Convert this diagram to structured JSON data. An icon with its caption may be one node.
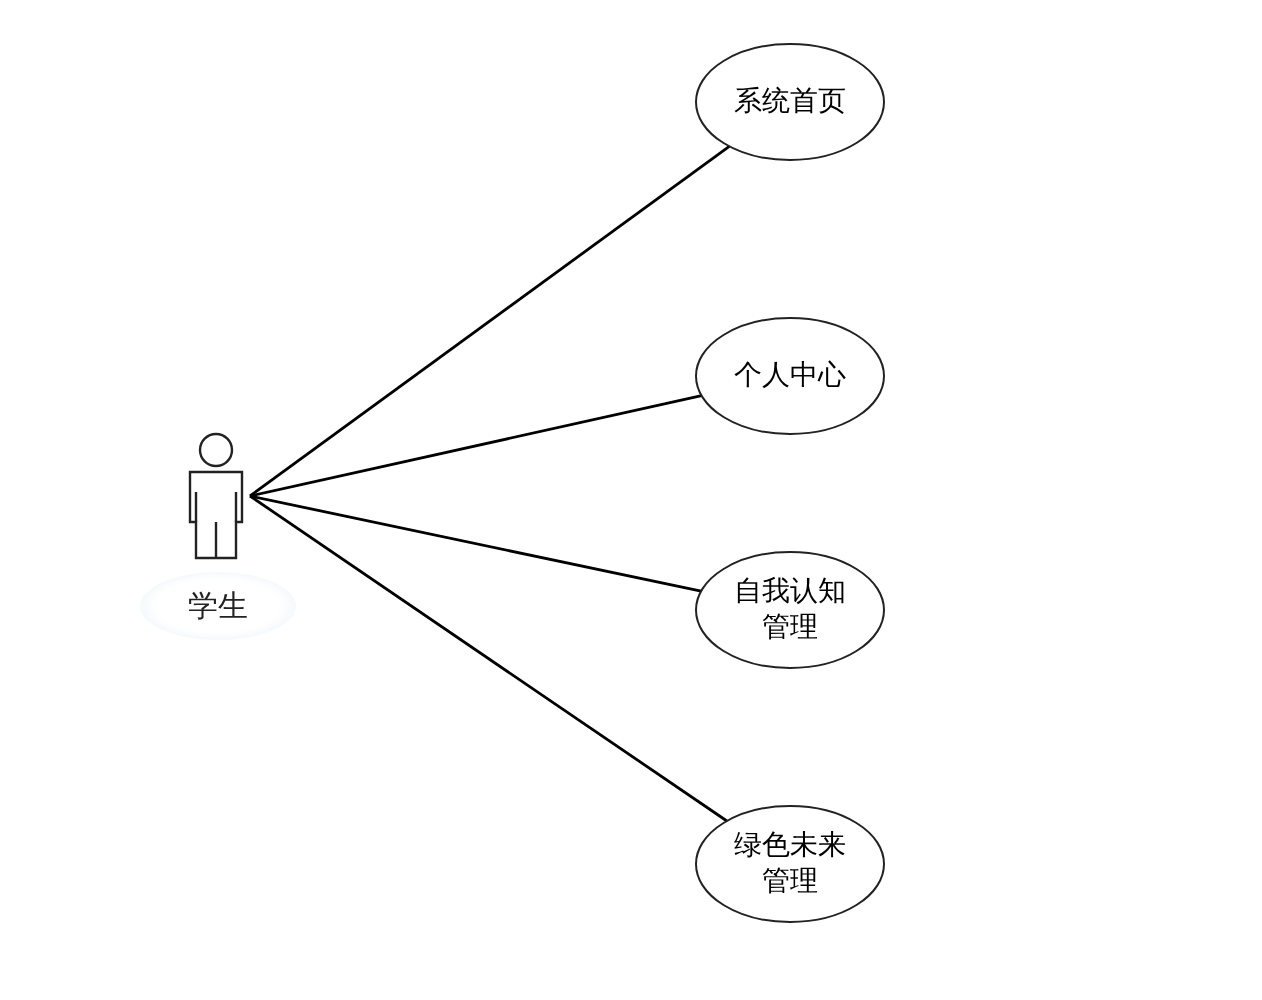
{
  "diagram": {
    "nodes": [
      {
        "text": [
          "学生"
        ]
      },
      {
        "text": [
          "系统首页"
        ]
      },
      {
        "text": [
          "个人中心"
        ]
      },
      {
        "text": [
          "自我认知管理"
        ]
      },
      {
        "text": [
          "绿色未来管理"
        ]
      }
    ],
    "edges": [
      {
        "from": 0,
        "to": 1,
        "arrow": "none"
      },
      {
        "from": 0,
        "to": 2,
        "arrow": "none"
      },
      {
        "from": 0,
        "to": 3,
        "arrow": "none"
      },
      {
        "from": 0,
        "to": 4,
        "arrow": "none"
      }
    ]
  }
}
